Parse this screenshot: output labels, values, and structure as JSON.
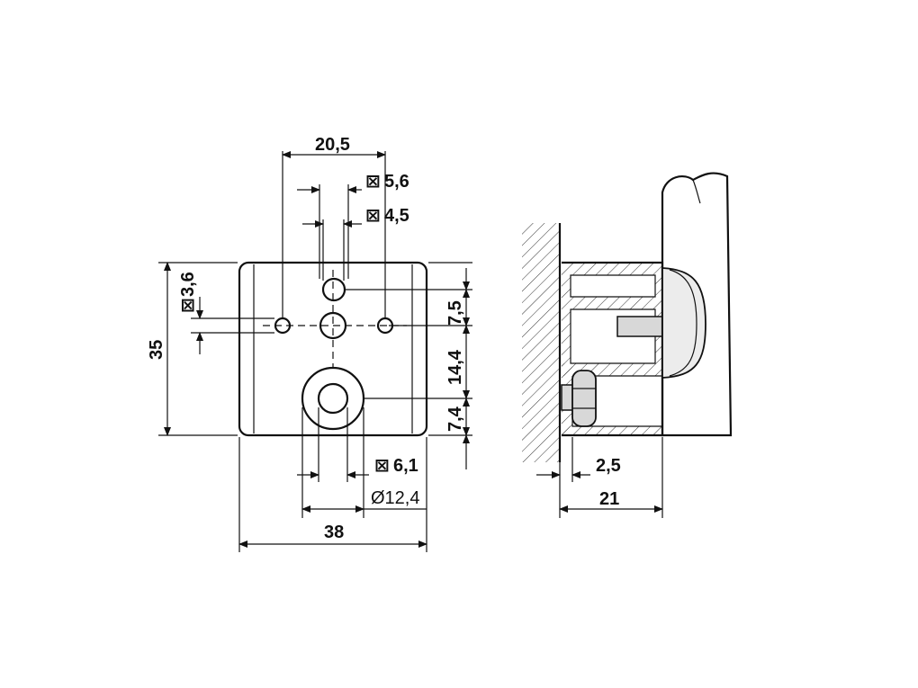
{
  "front_view": {
    "dim_width_holes": "20,5",
    "dim_square_top": "5,6",
    "dim_square_mid": "4,5",
    "dim_square_left": "3,6",
    "dim_height": "35",
    "dim_right_upper": "7,5",
    "dim_right_middle": "14,4",
    "dim_right_lower": "7,4",
    "dim_square_bottom": "6,1",
    "dim_diameter": "Ø12,4",
    "dim_width_total": "38",
    "square_symbol": "⊠"
  },
  "side_view": {
    "dim_wall_offset": "2,5",
    "dim_depth": "21"
  },
  "colors": {
    "line": "#111111",
    "screw_fill": "#d8d8d8",
    "background": "#ffffff"
  }
}
